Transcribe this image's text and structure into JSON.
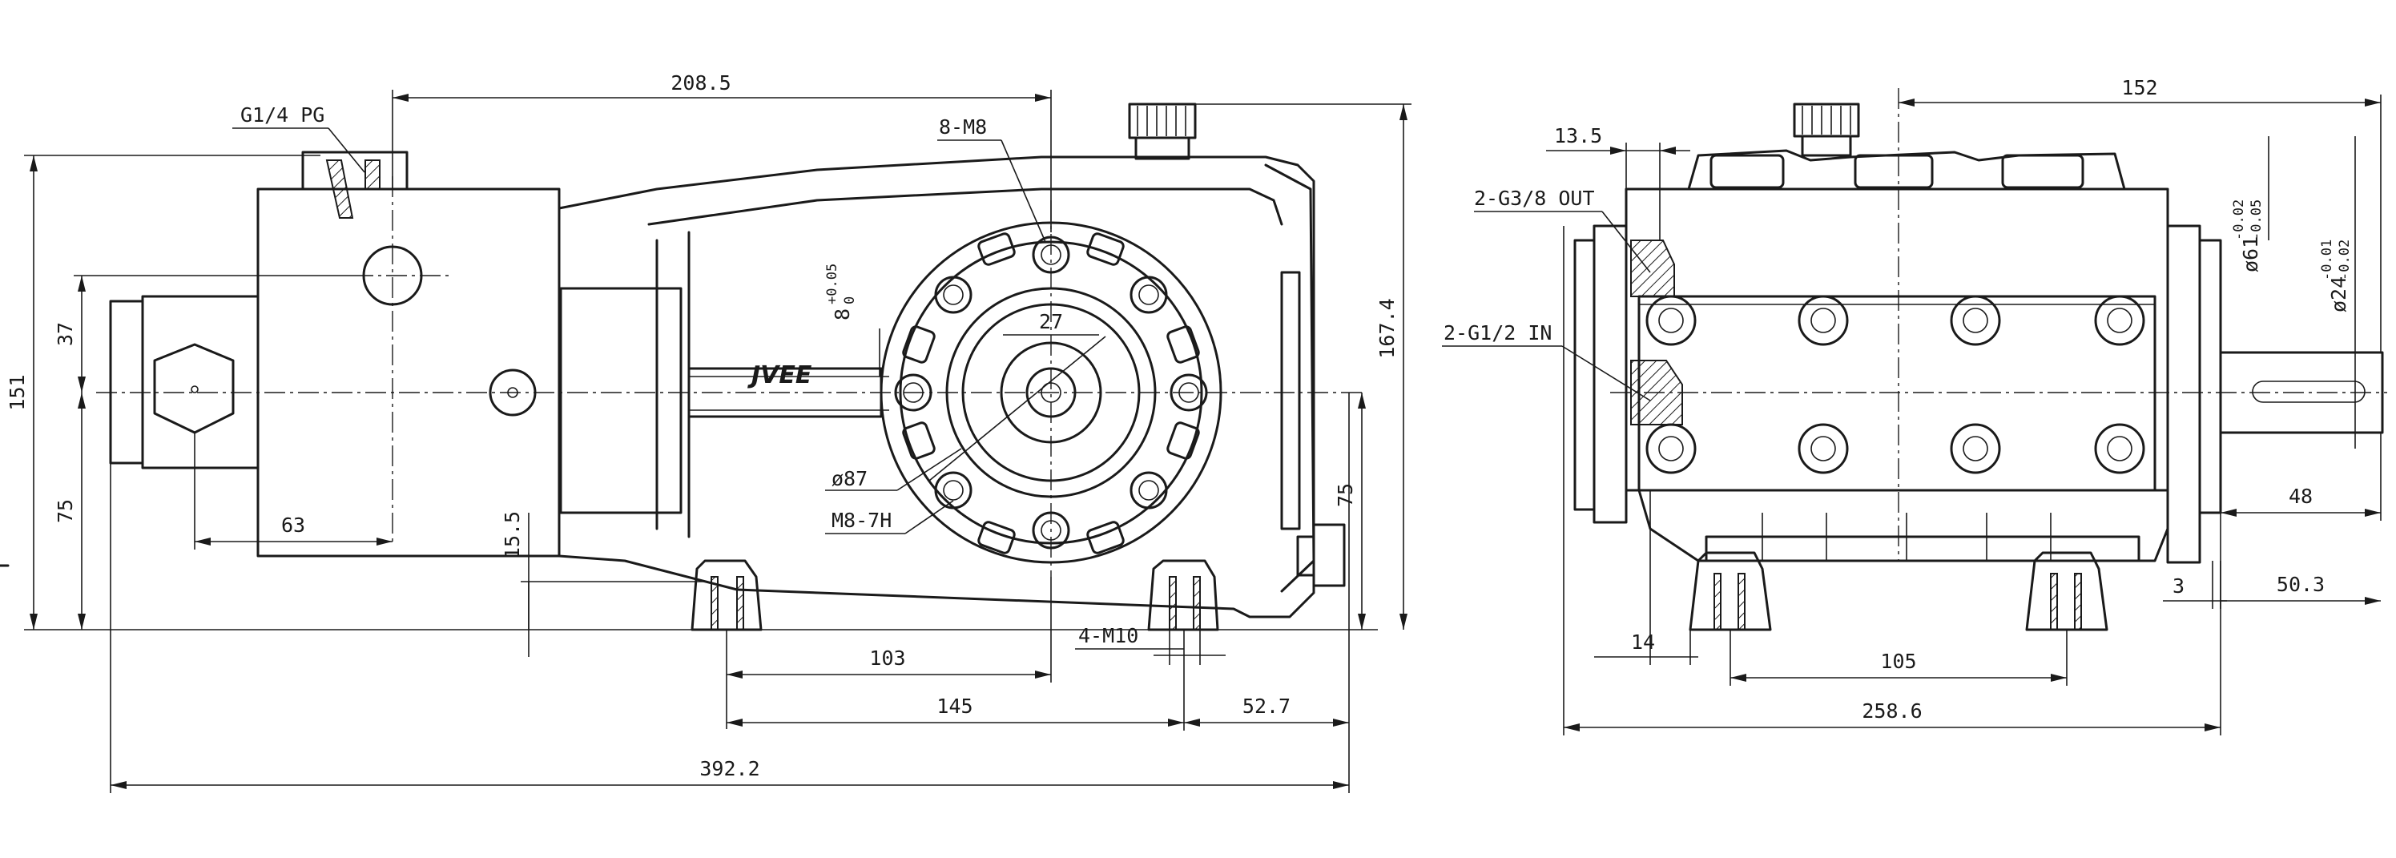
{
  "drawing": {
    "brand": "JVEE",
    "side_view": {
      "labels": {
        "port_pg": "G1/4 PG",
        "threads_top": "8-M8",
        "feet_threads": "4-M10",
        "flange_thread": "M8-7H",
        "flange_dia": "ø87",
        "key_width": "27",
        "key_tol_base": "8",
        "key_tol_upper": "+0.05",
        "key_tol_lower": "0"
      },
      "dims": {
        "length_top": "208.5",
        "height_total": "151",
        "h_37": "37",
        "h_75_left": "75",
        "w_63": "63",
        "h_15_5": "15.5",
        "w_103": "103",
        "w_145": "145",
        "w_52_7": "52.7",
        "length_total": "392.2",
        "height_167_4": "167.4",
        "h_75_right": "75"
      }
    },
    "front_view": {
      "labels": {
        "outlet": "2-G3/8 OUT",
        "inlet": "2-G1/2 IN",
        "dia61_base": "ø61",
        "dia61_upper": "-0.02",
        "dia61_lower": "-0.05",
        "dia24_base": "ø24",
        "dia24_upper": "-0.01",
        "dia24_lower": "-0.02"
      },
      "dims": {
        "width_top": "152",
        "d_13_5": "13.5",
        "shaft_48": "48",
        "d_3": "3",
        "d_50_3": "50.3",
        "d_14": "14",
        "feet_105": "105",
        "width_total": "258.6"
      }
    }
  }
}
